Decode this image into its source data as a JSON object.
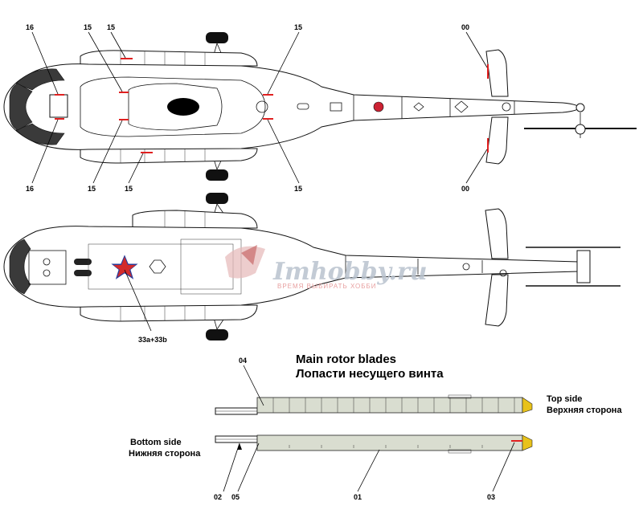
{
  "callouts": {
    "c16_top": "16",
    "c15_a": "15",
    "c15_b": "15",
    "c15_c": "15",
    "c00_top": "00",
    "c16_bottom": "16",
    "c15_d": "15",
    "c15_e": "15",
    "c15_f": "15",
    "c00_bottom": "00",
    "c33": "33a+33b",
    "c04": "04",
    "c02": "02",
    "c05": "05",
    "c01": "01",
    "c03": "03"
  },
  "blades": {
    "title_en": "Main rotor blades",
    "title_ru": "Лопасти несущего винта",
    "top_side_en": "Top side",
    "top_side_ru": "Верхняя сторона",
    "bottom_side_en": "Bottom side",
    "bottom_side_ru": "Нижняя сторона"
  },
  "watermark": {
    "brand": "Imhobby.ru",
    "tagline": "ВРЕМЯ ВЫБИРАТЬ ХОББИ"
  },
  "colors": {
    "marking_red": "#e02020",
    "star_red": "#d32a2a",
    "star_blue": "#2a3c9a",
    "blade_grey": "#d9ddd0",
    "blade_tip_yellow": "#e8c21a"
  }
}
